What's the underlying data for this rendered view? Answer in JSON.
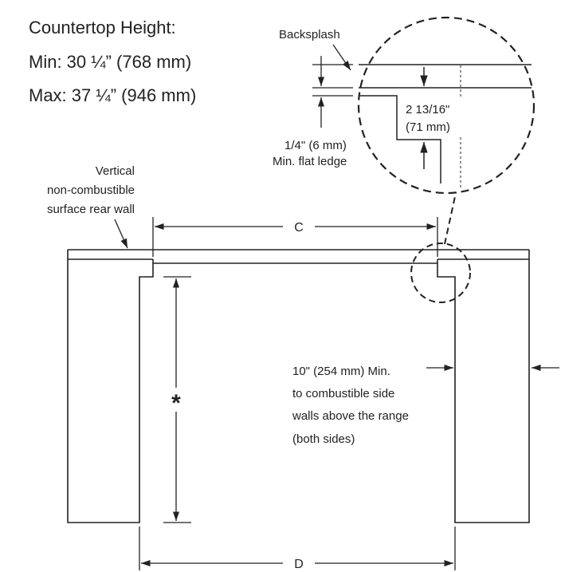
{
  "heading": {
    "title": "Countertop Height:",
    "min": "Min: 30 ¼” (768 mm)",
    "max": "Max: 37 ¼” (946 mm)"
  },
  "labels": {
    "backsplash": "Backsplash",
    "offset_line1": "2 13/16\"",
    "offset_line2": "(71 mm)",
    "ledge_line1": "1/4\" (6 mm)",
    "ledge_line2": "Min. flat ledge",
    "wall_line1": "Vertical",
    "wall_line2": "non-combustible",
    "wall_line3": "surface rear wall",
    "dim_c": "C",
    "dim_d": "D",
    "asterisk": "*",
    "side_line1": "10\" (254 mm) Min.",
    "side_line2": "to combustible side",
    "side_line3": "walls above the range",
    "side_line4": "(both sides)"
  },
  "colors": {
    "line": "#222222",
    "background": "#ffffff"
  }
}
